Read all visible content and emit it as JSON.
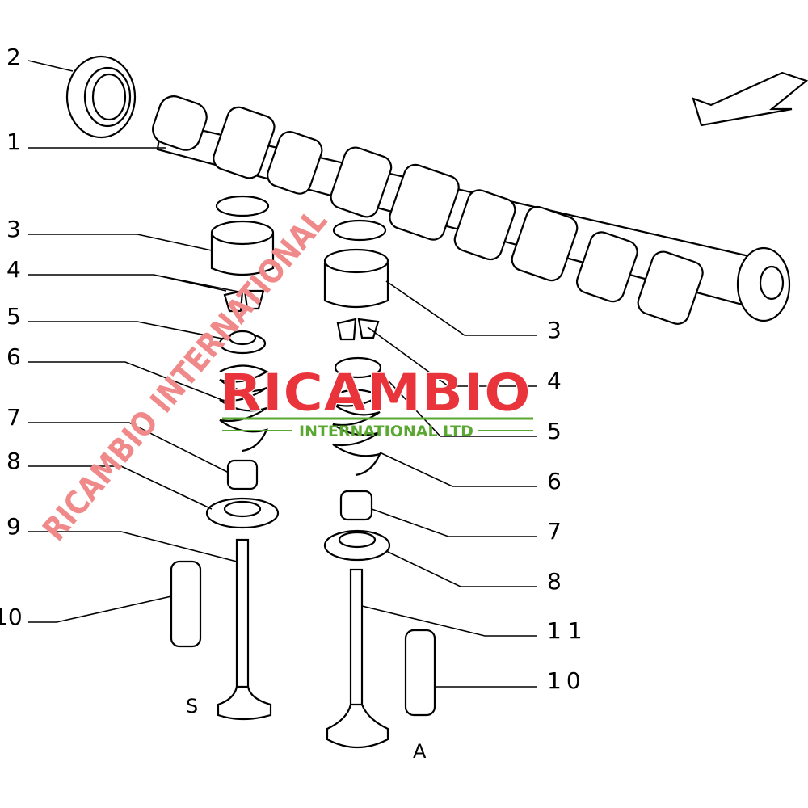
{
  "diagram": {
    "left_labels": [
      "2",
      "1",
      "3",
      "4",
      "5",
      "6",
      "7",
      "8",
      "9",
      "10"
    ],
    "right_labels": [
      "3",
      "4",
      "5",
      "6",
      "7",
      "8",
      "11",
      "10"
    ],
    "valve_labels": {
      "intake": "S",
      "exhaust": "A"
    }
  },
  "watermark": {
    "main": "RICAMBIO",
    "sub": "INTERNATIONAL LTD",
    "diagonal": "RICAMBIO INTERNATIONAL",
    "colors": {
      "red": "#e8343a",
      "green": "#5aa832"
    }
  }
}
